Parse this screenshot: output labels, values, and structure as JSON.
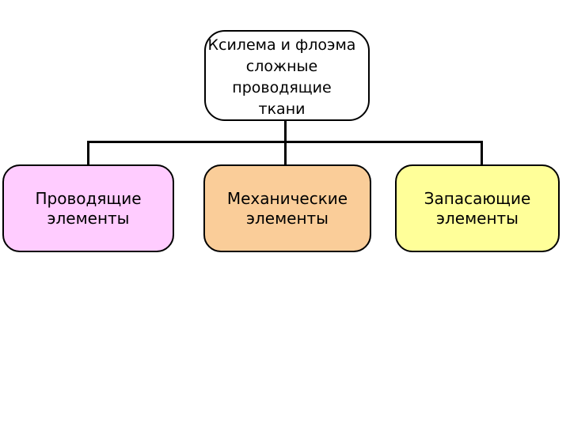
{
  "diagram": {
    "type": "hierarchy-tree",
    "title_node": {
      "id": "root",
      "label": "Ксилема и флоэма\nсложные\nпроводящие\nткани",
      "fill": "transparent",
      "border": "#000000"
    },
    "children": [
      {
        "id": "conducting",
        "label": "Проводящие\nэлементы",
        "fill": "#ffccff",
        "border": "#000000"
      },
      {
        "id": "mechanical",
        "label": "Механические\nэлементы",
        "fill": "#facd99",
        "border": "#000000"
      },
      {
        "id": "storage",
        "label": "Запасающие\nэлементы",
        "fill": "#ffff99",
        "border": "#000000"
      }
    ],
    "connector_color": "#000000",
    "background": "#ffffff"
  }
}
